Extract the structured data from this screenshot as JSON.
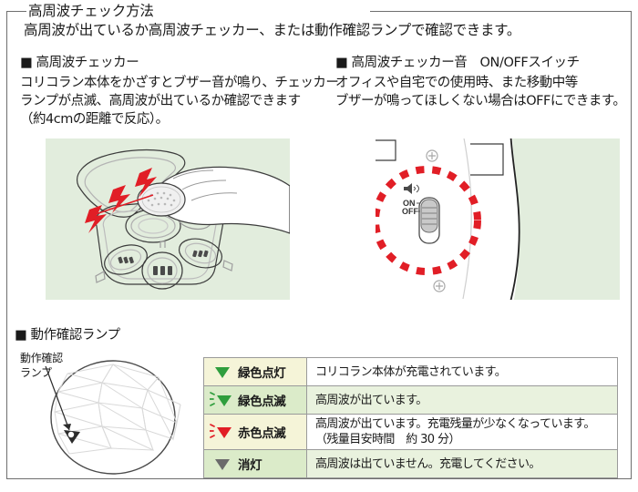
{
  "header": {
    "title": "高周波チェック方法",
    "subtitle": "高周波が出ているか高周波チェッカー、または動作確認ランプで確認できます。"
  },
  "sections": {
    "checker": {
      "heading": "■ 高周波チェッカー",
      "body_line1": "コリコラン本体をかざすとブザー音が鳴り、チェッカー",
      "body_line2": "ランプが点滅、高周波が出ているか確認できます",
      "body_line3": "（約4cmの距離で反応）。"
    },
    "switch": {
      "heading": "■ 高周波チェッカー音　ON/OFFスイッチ",
      "body_line1": "オフィスや自宅での使用時、また移動中等",
      "body_line2": "ブザーが鳴ってほしくない場合はOFFにできます。",
      "switch_on_label": "ON",
      "switch_off_label": "OFF"
    },
    "lamp": {
      "heading": "■ 動作確認ランプ",
      "callout_line1": "動作確認",
      "callout_line2": "ランプ"
    }
  },
  "status_table": {
    "rows": [
      {
        "marker": "green-solid-triangle-icon",
        "label": "緑色点灯",
        "desc_line1": "コリコラン本体が充電されています。",
        "desc_line2": ""
      },
      {
        "marker": "green-blinking-triangle-icon",
        "label": "緑色点滅",
        "desc_line1": "高周波が出ています。",
        "desc_line2": ""
      },
      {
        "marker": "red-blinking-triangle-icon",
        "label": "赤色点滅",
        "desc_line1": "高周波が出ています。充電残量が少なくなっています。",
        "desc_line2": "（残量目安時間　約 30 分）"
      },
      {
        "marker": "gray-solid-triangle-icon",
        "label": "消灯",
        "desc_line1": "高周波は出ていません。充電してください。",
        "desc_line2": ""
      }
    ]
  },
  "colors": {
    "green": "#2f9e3d",
    "red": "#e11e26",
    "gray": "#6b6b6b",
    "panel_bg": "#e2eddd",
    "row_cream": "#f5f4d8",
    "row_green": "#dbebc9"
  }
}
